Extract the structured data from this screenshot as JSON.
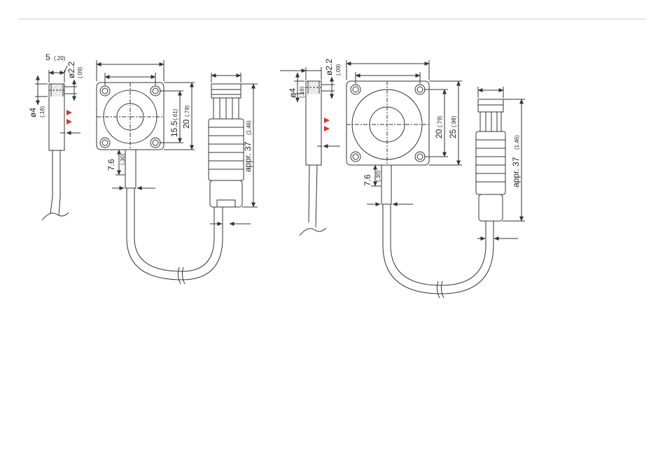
{
  "colors": {
    "line": "#333333",
    "rule": "#cccccc",
    "marker": "#e03030",
    "hatch": "#888888"
  },
  "left": {
    "side_width": "5",
    "side_width_in": "(.20)",
    "hole_dia": "ø2.2",
    "hole_dia_in": "(.09)",
    "body_dia": "ø4",
    "body_dia_in": "(.16)",
    "hole_spacing": "15.5",
    "hole_spacing_in": "(.61)",
    "body_size": "20",
    "body_size_in": "(.79)",
    "cable_len": "7.6",
    "cable_len_in": "(.30)",
    "connector_len": "appr. 37",
    "connector_len_in": "(1.46)"
  },
  "right": {
    "hole_dia": "ø2.2",
    "hole_dia_in": "(.09)",
    "body_dia": "ø4",
    "body_dia_in": "(.16)",
    "hole_spacing": "20",
    "hole_spacing_in": "(.79)",
    "body_size": "25",
    "body_size_in": "(.98)",
    "cable_len": "7.6",
    "cable_len_in": "(.30)",
    "connector_len": "appr. 37",
    "connector_len_in": "(1.46)"
  }
}
